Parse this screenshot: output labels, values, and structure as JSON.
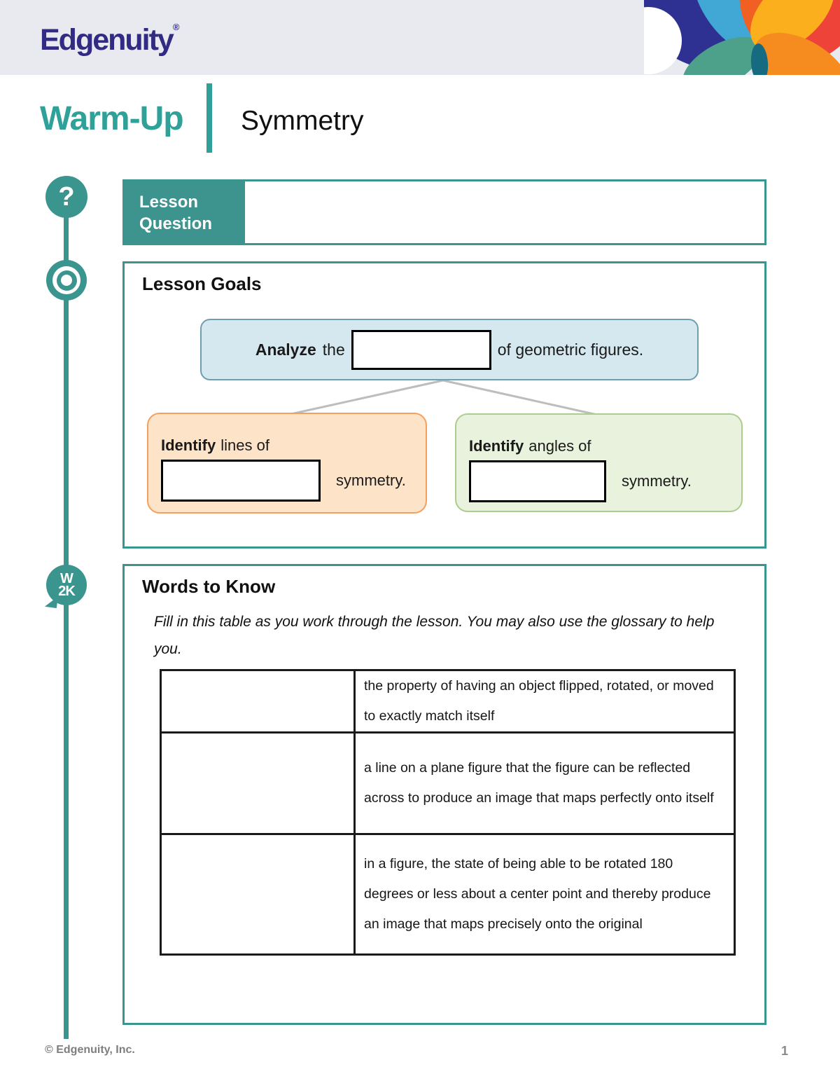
{
  "header": {
    "brand": "Edgenuity",
    "reg": "®"
  },
  "banner": {
    "title": "Warm-Up",
    "lesson": "Symmetry"
  },
  "rail": {
    "question_icon_glyph": "?",
    "w2k_line1": "W",
    "w2k_line2": "2K",
    "icons": [
      "question-icon",
      "target-icon",
      "words-to-know-icon"
    ]
  },
  "lesson_question": {
    "label": "Lesson Question"
  },
  "lesson_goals": {
    "heading": "Lesson Goals",
    "main": {
      "bold": "Analyze",
      "pre": "the",
      "post": "of geometric figures."
    },
    "left": {
      "bold": "Identify",
      "pre": "lines of",
      "post": "symmetry."
    },
    "right": {
      "bold": "Identify",
      "pre": "angles of",
      "post": "symmetry."
    }
  },
  "words_to_know": {
    "heading": "Words to Know",
    "instruction": "Fill in this table as you work through the lesson. You may also use the glossary to help you.",
    "rows": [
      {
        "term": "",
        "definition": "the property of having an object flipped, rotated, or moved to exactly match itself"
      },
      {
        "term": "",
        "definition": "a line on a plane figure that the figure can be reflected across to produce an image that maps perfectly onto itself"
      },
      {
        "term": "",
        "definition": "in a figure, the state of being able to be rotated 180 degrees or less about a center point and thereby produce an image that maps precisely onto the original"
      }
    ]
  },
  "footer": {
    "copyright": "© Edgenuity, Inc.",
    "page": "1"
  },
  "colors": {
    "teal": "#3a958e",
    "teal_title": "#2fa198",
    "brand_navy": "#322b84",
    "band_bg": "#e9eaef",
    "goal_blue_fill": "#d5e8ef",
    "goal_orange_fill": "#fde4c9",
    "goal_orange_border": "#f4a05c",
    "goal_green_fill": "#e9f2dd",
    "goal_green_border": "#adcc8f",
    "pinwheel": [
      "#2e3192",
      "#41a7d5",
      "#4da18b",
      "#f15f22",
      "#ee4338",
      "#fbaf1c",
      "#f68c20",
      "#176b80"
    ]
  }
}
